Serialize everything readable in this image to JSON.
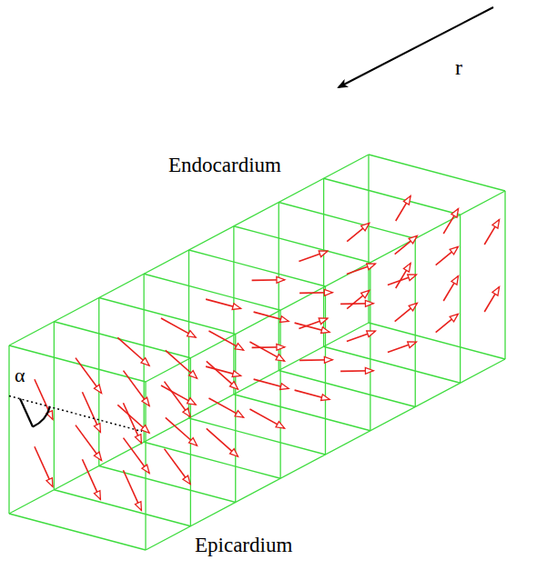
{
  "diagram": {
    "labels": [
      "r",
      "Endocardium",
      "Epicardium",
      "α"
    ]
  }
}
